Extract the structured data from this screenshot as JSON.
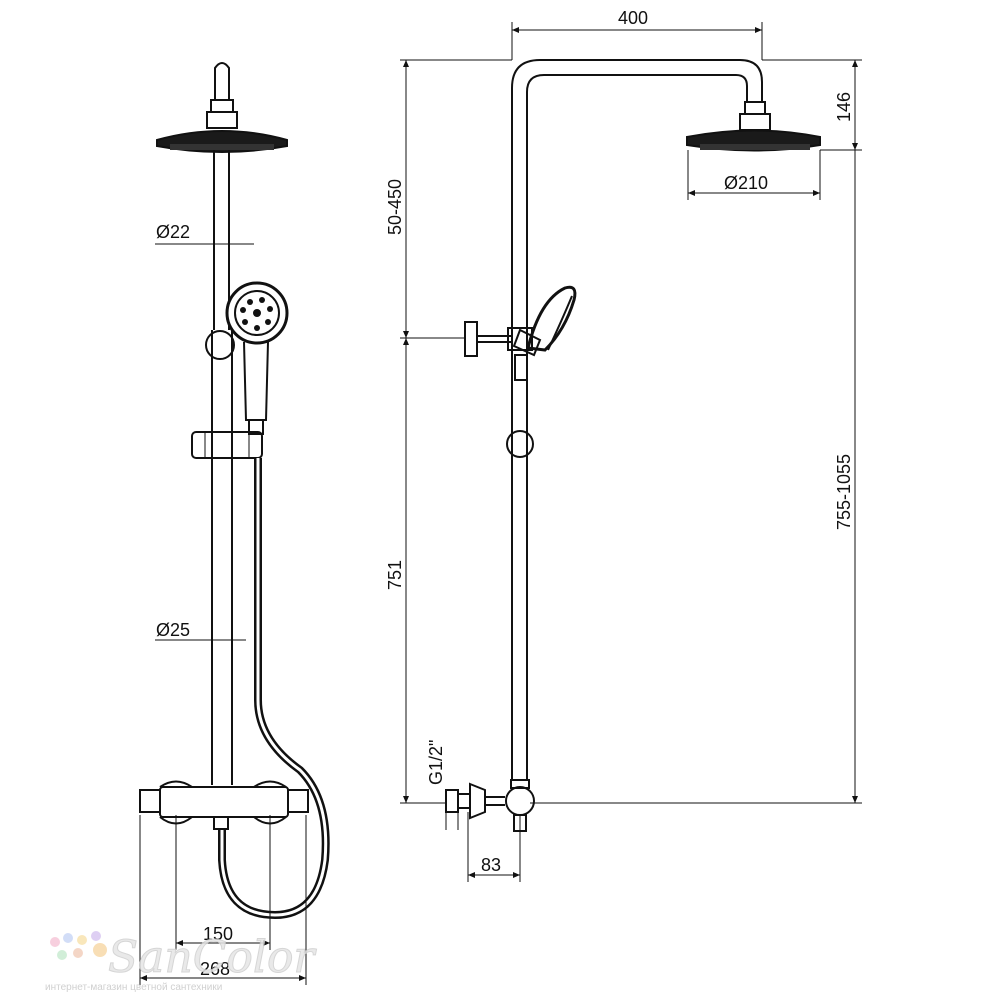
{
  "dimensions": {
    "top_width": "400",
    "head_height": "146",
    "head_diameter": "Ø210",
    "adjust_range": "50-450",
    "total_height": "755-1055",
    "rod_height": "751",
    "inlet_thread": "G1/2\"",
    "wall_offset": "83",
    "upper_pipe_diameter": "Ø22",
    "lower_pipe_diameter": "Ø25",
    "center_distance": "150",
    "mixer_width": "268"
  },
  "watermark": {
    "brand": "SanColor",
    "tagline": "интернет-магазин цветной сантехники"
  }
}
